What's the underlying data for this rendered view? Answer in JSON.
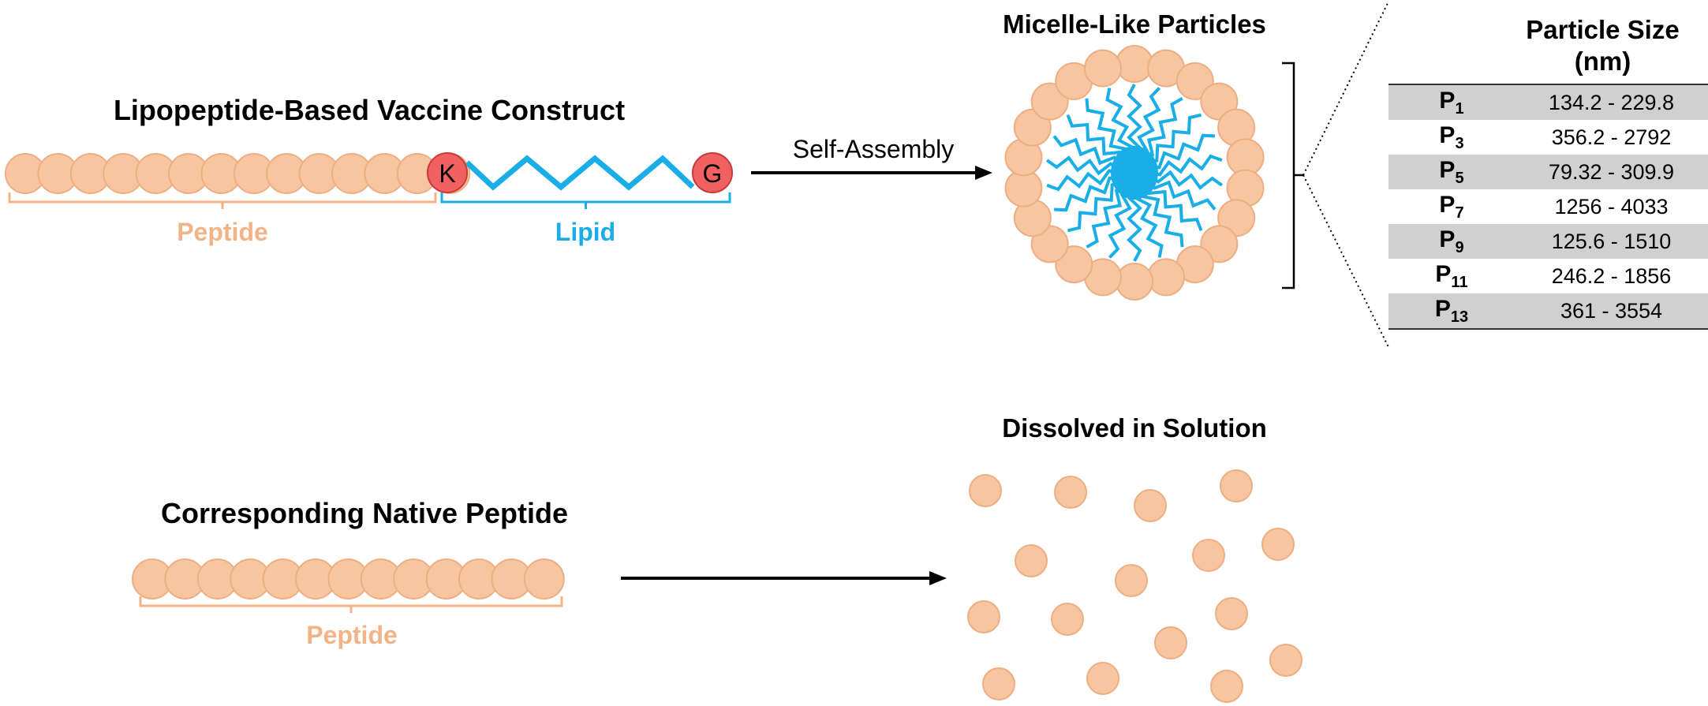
{
  "colors": {
    "peptide_fill": "#f7c6a0",
    "peptide_stroke": "#eeae84",
    "peptide_label": "#f2b387",
    "lipid": "#19aee8",
    "residue_fill": "#f26161",
    "residue_stroke": "#c83a3a",
    "shade_row": "#d0d0d0",
    "text": "#000000"
  },
  "top": {
    "title": "Lipopeptide-Based Vaccine Construct",
    "peptide_label": "Peptide",
    "lipid_label": "Lipid",
    "residue_k": "K",
    "residue_g": "G",
    "arrow_label": "Self-Assembly",
    "result_title": "Micelle-Like Particles"
  },
  "bottom": {
    "title": "Corresponding Native Peptide",
    "peptide_label": "Peptide",
    "result_title": "Dissolved in Solution"
  },
  "table": {
    "header_line1": "Particle Size",
    "header_line2": "(nm)",
    "rows": [
      {
        "name": "P",
        "sub": "1",
        "value": "134.2 - 229.8"
      },
      {
        "name": "P",
        "sub": "3",
        "value": "356.2 - 2792"
      },
      {
        "name": "P",
        "sub": "5",
        "value": "79.32 - 309.9"
      },
      {
        "name": "P",
        "sub": "7",
        "value": "1256 - 4033"
      },
      {
        "name": "P",
        "sub": "9",
        "value": "125.6 - 1510"
      },
      {
        "name": "P",
        "sub": "11",
        "value": "246.2 - 1856"
      },
      {
        "name": "P",
        "sub": "13",
        "value": "361 - 3554"
      }
    ]
  }
}
